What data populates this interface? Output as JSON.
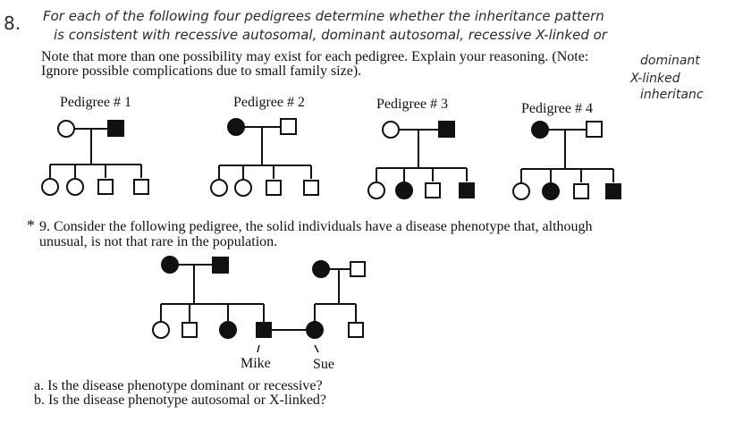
{
  "handwritten": {
    "number": "8.",
    "line1": "For each of the following four pedigrees determine whether the inheritance pattern",
    "line2": "is consistent with recessive autosomal, dominant autosomal, recessive X-linked or",
    "note_a": "dominant",
    "note_b": "X-linked",
    "note_c": "inheritanc"
  },
  "q8": {
    "line1": "Note that more than one possibility may exist for each pedigree. Explain your reasoning. (Note:",
    "line2": "Ignore possible complications due to small family size)."
  },
  "pedigrees": {
    "p1": "Pedigree # 1",
    "p2": "Pedigree # 2",
    "p3": "Pedigree # 3",
    "p4": "Pedigree # 4"
  },
  "q9": {
    "mark": "*",
    "line1": "9. Consider the following pedigree, the solid individuals have a disease phenotype that, although",
    "line2": "unusual, is not that rare in the population.",
    "mike": "Mike",
    "sue": "Sue",
    "qa": "a.  Is the disease phenotype dominant or recessive?",
    "qb": "b.  Is the disease phenotype autosomal or X-linked?"
  }
}
